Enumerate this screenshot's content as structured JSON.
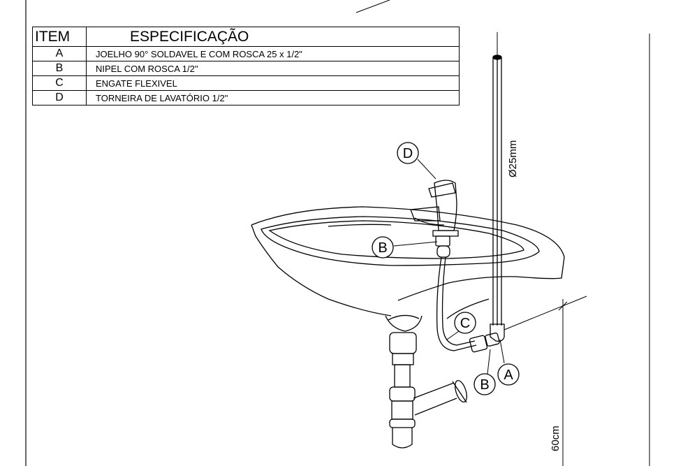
{
  "table": {
    "header": {
      "item": "ITEM",
      "spec": "ESPECIFICAÇÃO"
    },
    "rows": [
      {
        "item": "A",
        "spec": "JOELHO 90° SOLDAVEL E COM ROSCA 25 x 1/2\""
      },
      {
        "item": "B",
        "spec": "NIPEL COM ROSCA 1/2\""
      },
      {
        "item": "C",
        "spec": "ENGATE FLEXIVEL"
      },
      {
        "item": "D",
        "spec": "TORNEIRA DE LAVATÓRIO 1/2\""
      }
    ]
  },
  "labels": {
    "pipe_diameter": "Ø25mm",
    "height": "60cm",
    "callout_d": "D",
    "callout_b_top": "B",
    "callout_c": "C",
    "callout_b_bottom": "B",
    "callout_a": "A"
  }
}
